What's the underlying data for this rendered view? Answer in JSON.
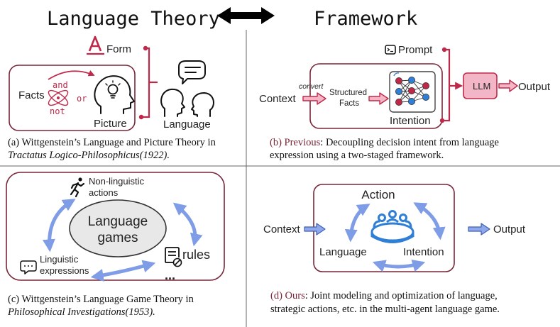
{
  "header": {
    "left_title": "Language Theory",
    "right_title": "Framework"
  },
  "panel_a": {
    "form": "Form",
    "facts": "Facts",
    "and": "and",
    "or": "or",
    "not": "not",
    "picture": "Picture",
    "language": "Language",
    "caption_line1": "(a) Wittgenstein’s Language and Picture Theory in",
    "caption_line2": "Tractatus Logico-Philosophicus(1922)."
  },
  "panel_b": {
    "prompt": "Prompt",
    "convert": "convert",
    "context": "Context",
    "structured_line1": "Structured",
    "structured_line2": "Facts",
    "intention": "Intention",
    "llm": "LLM",
    "output": "Output",
    "caption_prefix": "(b) Previous",
    "caption_line1_rest": ": Decoupling decision intent from language",
    "caption_line2": "expression using a two-staged framework."
  },
  "panel_c": {
    "non_linguistic_line1": "Non-linguistic",
    "non_linguistic_line2": "actions",
    "games_line1": "Language",
    "games_line2": "games",
    "rules": "rules",
    "ellipsis": "...",
    "linguistic_line1": "Linguistic",
    "linguistic_line2": "expressions",
    "caption_line1": "(c) Wittgenstein’s Language Game Theory in",
    "caption_line2": "Philosophical Investigations(1953)."
  },
  "panel_d": {
    "action": "Action",
    "context": "Context",
    "output": "Output",
    "language": "Language",
    "intention": "Intention",
    "caption_prefix": "(d) Ours",
    "caption_line1_rest": ": Joint modeling and optimization of language,",
    "caption_line2": "strategic actions, etc. in the multi-agent language game."
  },
  "colors": {
    "maroon": "#7a2638",
    "crimson": "#c0284a",
    "pink_fill": "#f2b6c6",
    "blue_arrow": "#7f9ce6",
    "blue_icon": "#2f7fd6"
  }
}
